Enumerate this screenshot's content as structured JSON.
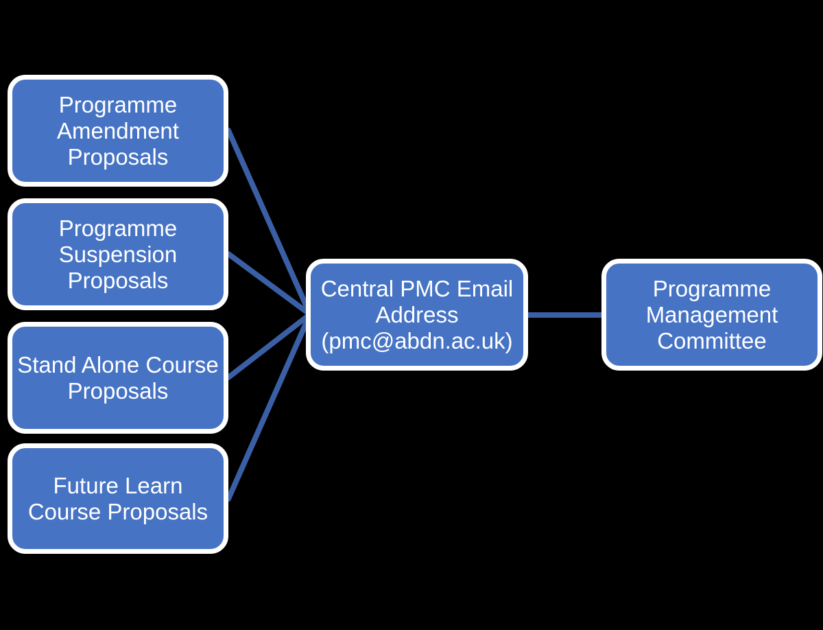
{
  "theme": {
    "background": "#000000",
    "box-fill": "#4673C4",
    "box-border": "#FFFFFF",
    "connector": "#3A5FA5",
    "text": "#FFFFFF"
  },
  "nodes": {
    "sources": [
      {
        "label": "Programme Amendment Proposals",
        "lines": [
          "Programme",
          "Amendment",
          "Proposals"
        ]
      },
      {
        "label": "Programme Suspension Proposals",
        "lines": [
          "Programme",
          "Suspension",
          "Proposals"
        ]
      },
      {
        "label": "Stand Alone Course Proposals",
        "lines": [
          "Stand Alone Course",
          "Proposals"
        ]
      },
      {
        "label": "Future Learn Course Proposals",
        "lines": [
          "Future Learn",
          "Course Proposals"
        ]
      }
    ],
    "hub": {
      "label": "Central PMC Email Address (pmc@abdn.ac.uk)",
      "lines": [
        "Central PMC Email",
        "Address",
        "(pmc@abdn.ac.uk)"
      ]
    },
    "target": {
      "label": "Programme Management Committee",
      "lines": [
        "Programme",
        "Management",
        "Committee"
      ]
    }
  }
}
